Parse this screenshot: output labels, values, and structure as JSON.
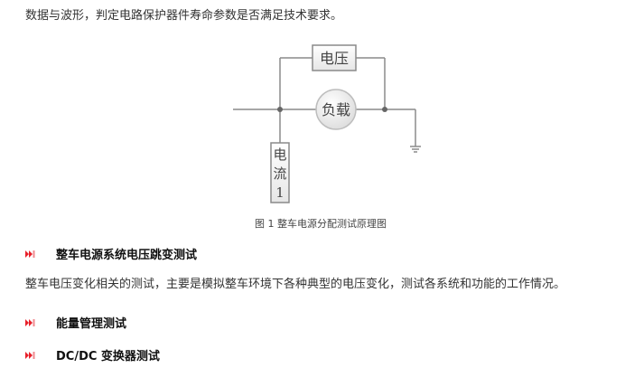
{
  "intro_text": "数据与波形，判定电路保护器件寿命参数是否满足技术要求。",
  "diagram": {
    "voltage_label": "电压",
    "load_label": "负载",
    "current_label_1": "电",
    "current_label_2": "流",
    "current_label_3": "1",
    "line_color": "#8a8a8a",
    "box_border": "#8a8a8a"
  },
  "caption": "图 1 整车电源分配测试原理图",
  "sections": [
    {
      "marker": "fast-forward-marker",
      "title": "整车电源系统电压跳变测试"
    },
    {
      "marker": "fast-forward-marker",
      "title": "能量管理测试"
    },
    {
      "marker": "fast-forward-marker",
      "title": "DC/DC 变换器测试"
    }
  ],
  "section1_body": "整车电压变化相关的测试，主要是模拟整车环境下各种典型的电压变化，测试各系统和功能的工作情况。",
  "colors": {
    "marker": "#e8202a",
    "text": "#333333"
  }
}
